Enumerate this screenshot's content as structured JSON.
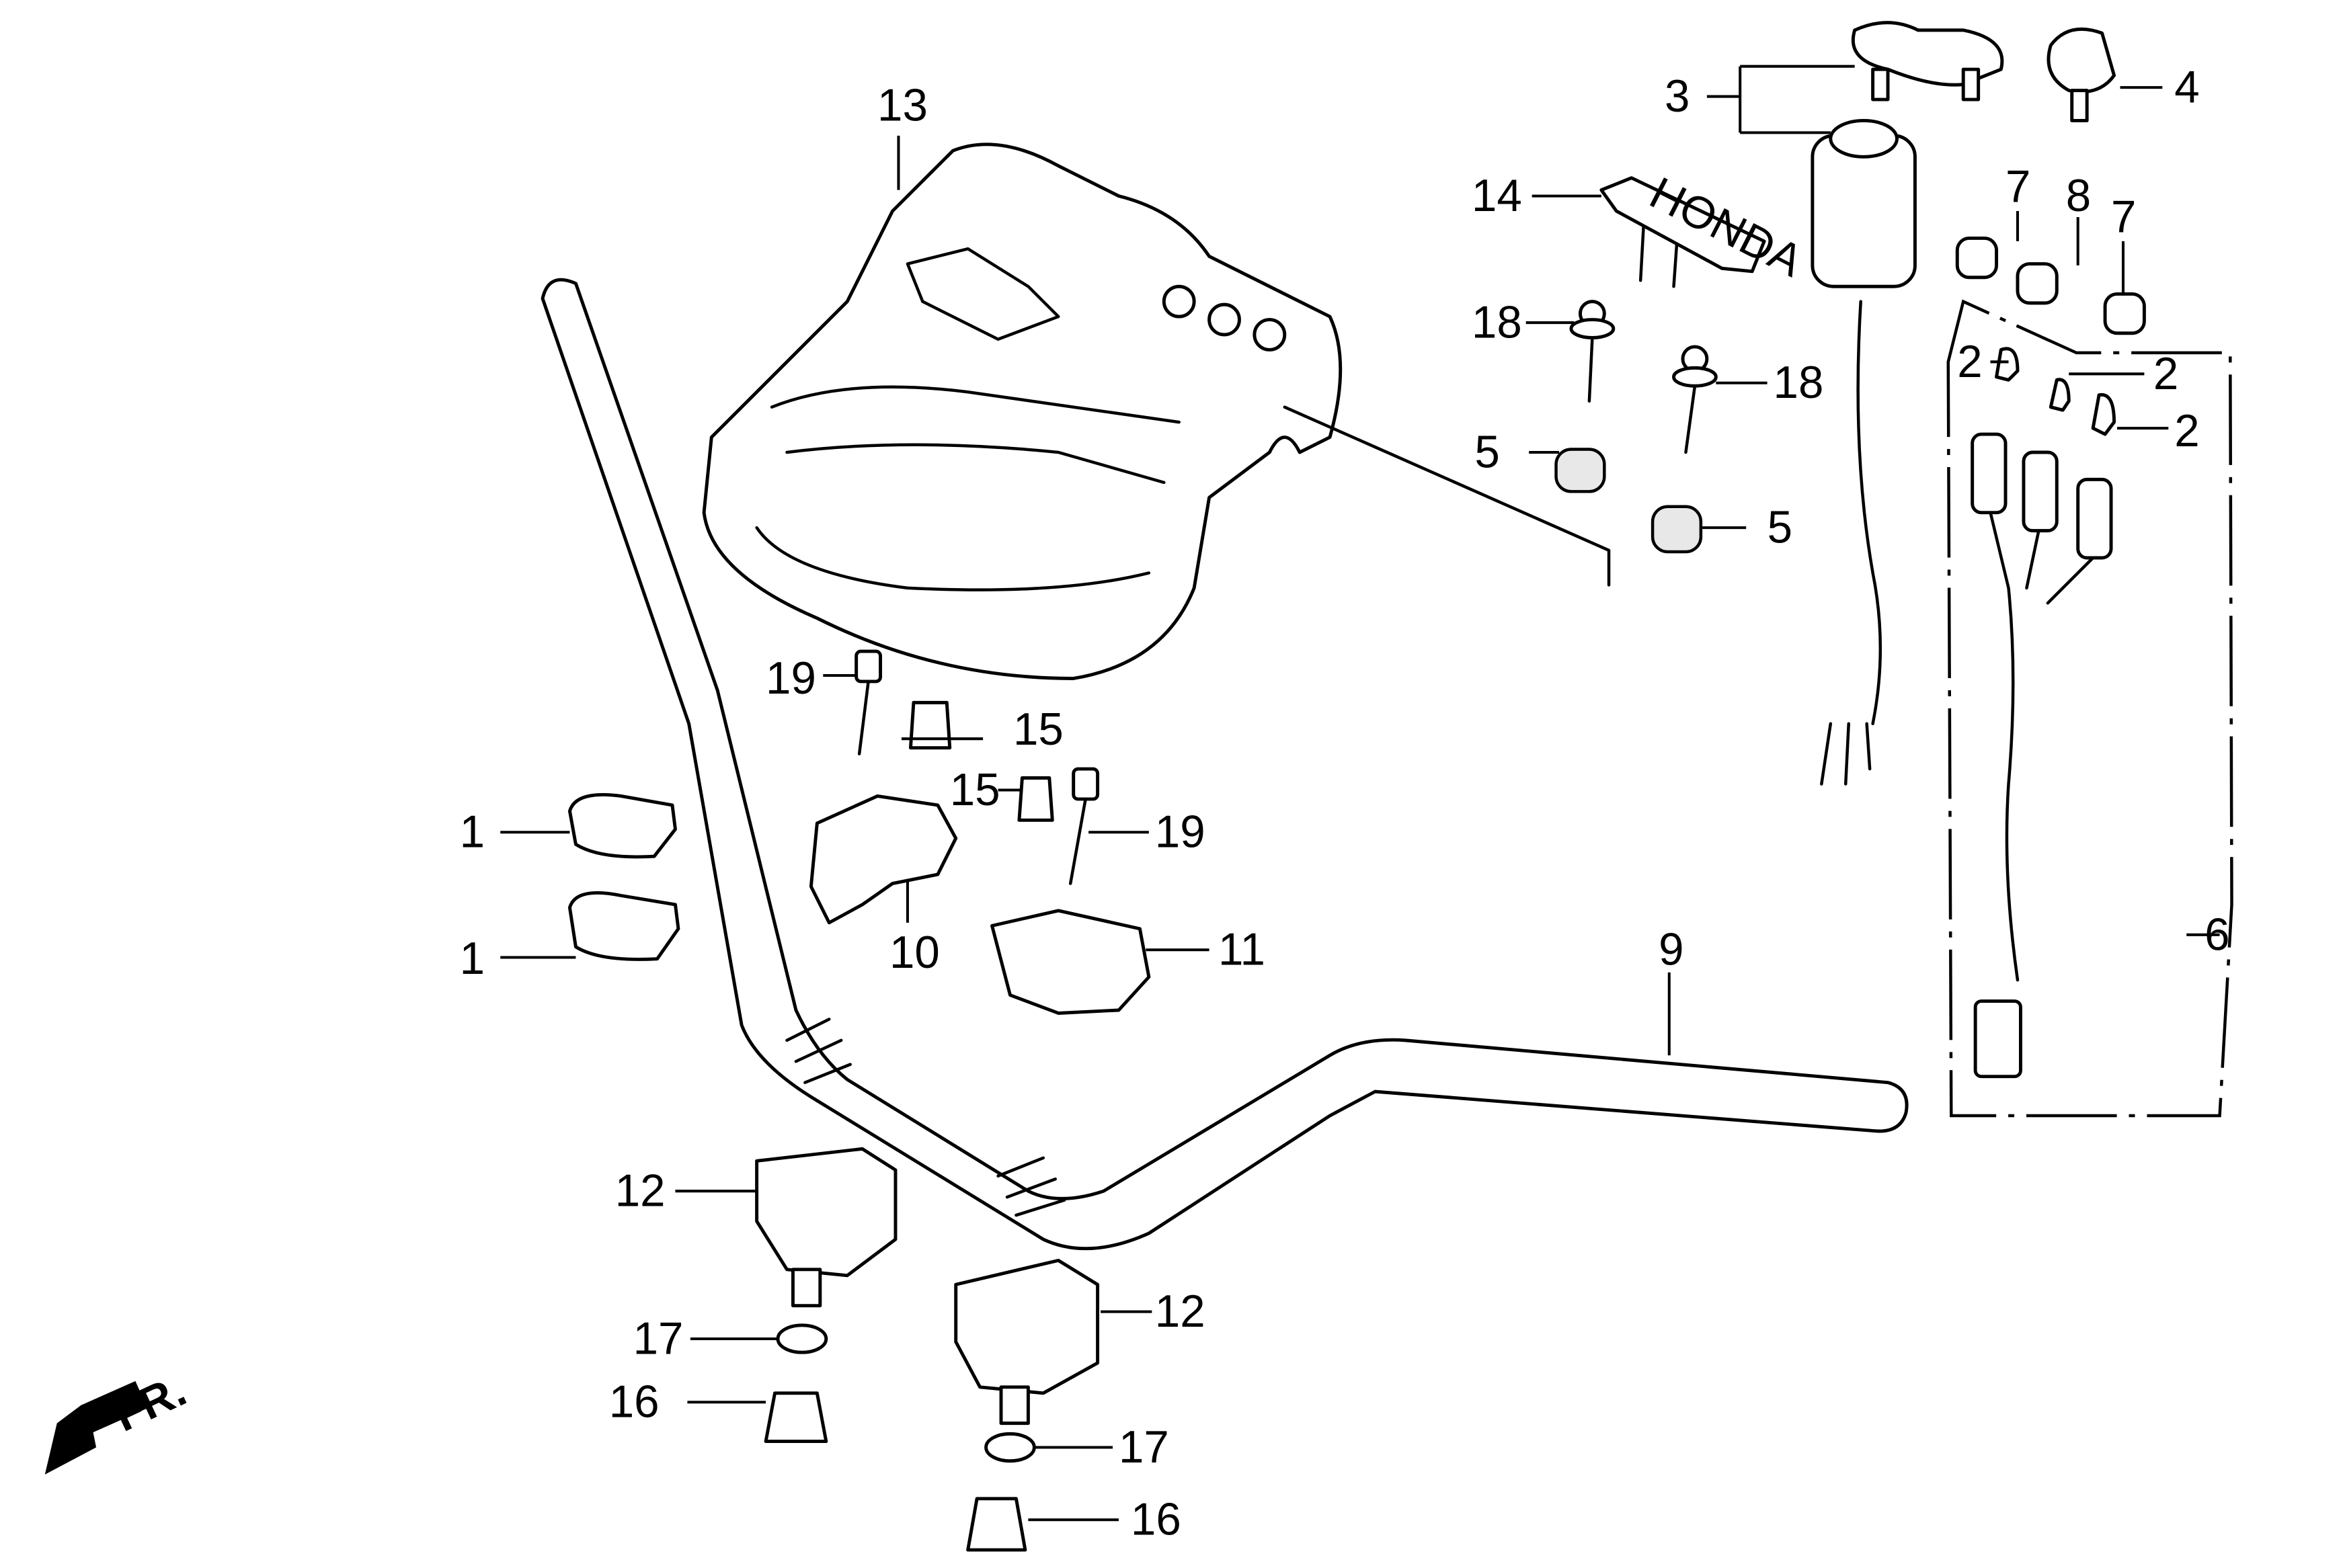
{
  "diagram": {
    "title": "Handlebar assembly exploded parts diagram",
    "brand_text": "HONDA",
    "direction_indicator": "FR.",
    "callouts": [
      {
        "id": "c1a",
        "number": "1",
        "part": "band-clamp"
      },
      {
        "id": "c1b",
        "number": "1",
        "part": "band-clamp"
      },
      {
        "id": "c2a",
        "number": "2",
        "part": "bulb"
      },
      {
        "id": "c2b",
        "number": "2",
        "part": "bulb"
      },
      {
        "id": "c2c",
        "number": "2",
        "part": "bulb"
      },
      {
        "id": "c3",
        "number": "3",
        "part": "ignition-switch-and-keys"
      },
      {
        "id": "c4",
        "number": "4",
        "part": "key"
      },
      {
        "id": "c5a",
        "number": "5",
        "part": "rubber-grommet"
      },
      {
        "id": "c5b",
        "number": "5",
        "part": "rubber-grommet"
      },
      {
        "id": "c6",
        "number": "6",
        "part": "indicator-light-harness"
      },
      {
        "id": "c7a",
        "number": "7",
        "part": "lens-cap"
      },
      {
        "id": "c7b",
        "number": "7",
        "part": "lens-cap"
      },
      {
        "id": "c8",
        "number": "8",
        "part": "lens-cap"
      },
      {
        "id": "c9",
        "number": "9",
        "part": "handlebar-pipe"
      },
      {
        "id": "c10",
        "number": "10",
        "part": "upper-holder"
      },
      {
        "id": "c11",
        "number": "11",
        "part": "upper-holder"
      },
      {
        "id": "c12a",
        "number": "12",
        "part": "lower-holder"
      },
      {
        "id": "c12b",
        "number": "12",
        "part": "lower-holder"
      },
      {
        "id": "c13",
        "number": "13",
        "part": "handlebar-cover"
      },
      {
        "id": "c14",
        "number": "14",
        "part": "emblem"
      },
      {
        "id": "c15a",
        "number": "15",
        "part": "collar"
      },
      {
        "id": "c15b",
        "number": "15",
        "part": "collar"
      },
      {
        "id": "c16a",
        "number": "16",
        "part": "nut"
      },
      {
        "id": "c16b",
        "number": "16",
        "part": "nut"
      },
      {
        "id": "c17a",
        "number": "17",
        "part": "washer"
      },
      {
        "id": "c17b",
        "number": "17",
        "part": "washer"
      },
      {
        "id": "c18a",
        "number": "18",
        "part": "screw"
      },
      {
        "id": "c18b",
        "number": "18",
        "part": "screw"
      },
      {
        "id": "c19a",
        "number": "19",
        "part": "bolt"
      },
      {
        "id": "c19b",
        "number": "19",
        "part": "bolt"
      }
    ]
  }
}
